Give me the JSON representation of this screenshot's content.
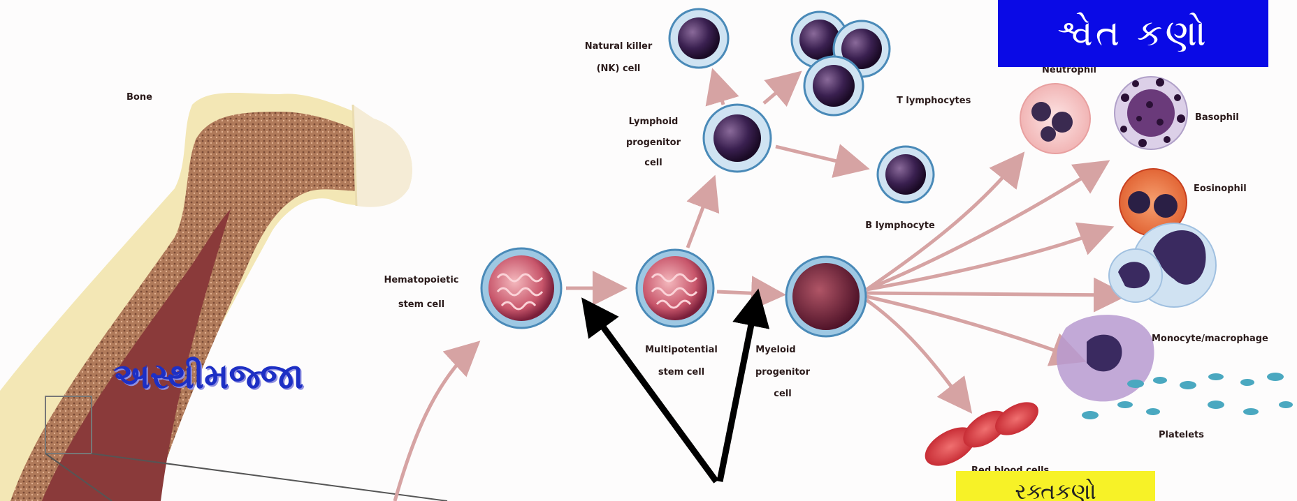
{
  "banners": {
    "white_cells": "શ્વેત કણો",
    "red_cells": "રક્તકણો",
    "marrow": "અસ્થીમજ્જા"
  },
  "labels": {
    "bone": "Bone",
    "hsc_1": "Hematopoietic",
    "hsc_2": "stem cell",
    "mpc_1": "Multipotential",
    "mpc_2": "stem cell",
    "myeloid_1": "Myeloid",
    "myeloid_2": "progenitor",
    "myeloid_3": "cell",
    "lymphoid_1": "Lymphoid",
    "lymphoid_2": "progenitor",
    "lymphoid_3": "cell",
    "nk_1": "Natural killer",
    "nk_2": "(NK) cell",
    "t_lymph": "T lymphocytes",
    "b_lymph": "B lymphocyte",
    "neutrophil": "Neutrophil",
    "basophil": "Basophil",
    "eosinophil": "Eosinophil",
    "monocyte": "Monocyte/macrophage",
    "platelets": "Platelets",
    "rbc": "Red blood cells"
  },
  "colors": {
    "blue_banner": "#0a0ae6",
    "yellow_banner": "#f7f227",
    "arrow": "#d6a3a3",
    "bone": "#c8956a",
    "marrow": "#8a3a3a"
  }
}
